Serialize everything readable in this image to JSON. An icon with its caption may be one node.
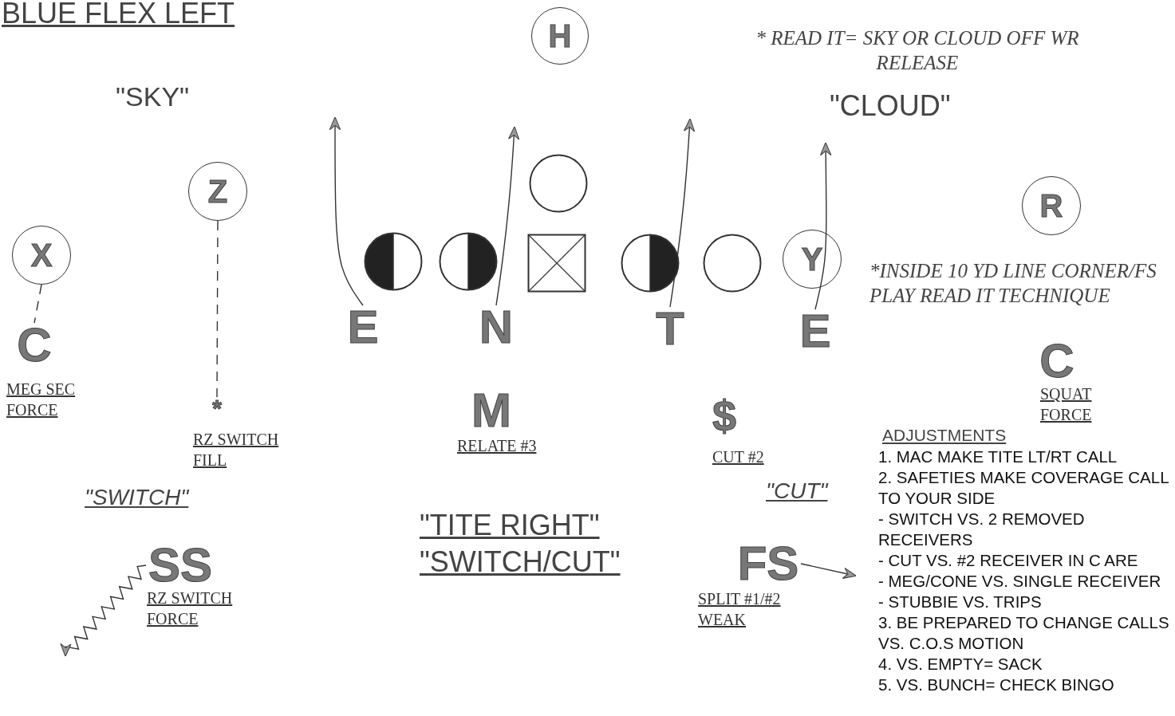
{
  "diagram": {
    "title": "BLUE FLEX LEFT",
    "nodes": [
      {
        "text": [
          "H"
        ]
      },
      {
        "text": [
          "Z"
        ]
      },
      {
        "text": [
          "X"
        ]
      },
      {
        "text": [],
        "shape": "circle"
      },
      {
        "text": [],
        "shape": "circle"
      },
      {
        "text": [],
        "shape": "circle"
      },
      {
        "text": [],
        "shape": "box"
      },
      {
        "text": [],
        "shape": "circle"
      },
      {
        "text": [],
        "shape": "circle"
      },
      {
        "text": [
          "Y"
        ]
      },
      {
        "text": [
          "R"
        ]
      },
      {
        "text": [
          "E"
        ]
      },
      {
        "text": [
          "N"
        ]
      },
      {
        "text": [
          "T"
        ]
      },
      {
        "text": [
          "E"
        ]
      },
      {
        "text": [
          "C"
        ],
        "beside": [
          "MEG SEC FORCE"
        ]
      },
      {
        "text": [
          "C"
        ],
        "beside": [
          "SQUAT FORCE"
        ]
      },
      {
        "text": [
          "M"
        ],
        "beside": [
          "RELATE #3"
        ]
      },
      {
        "text": [
          "$"
        ],
        "beside": [
          "CUT #2"
        ]
      },
      {
        "text": [
          "*"
        ],
        "beside": [
          "RZ SWITCH FILL"
        ]
      },
      {
        "text": [
          "SS"
        ],
        "beside": [
          "RZ SWITCH FORCE"
        ]
      },
      {
        "text": [
          "FS"
        ],
        "beside": [
          "SPLIT #1/#2 WEAK"
        ]
      }
    ],
    "edges": [
      {
        "from": 2,
        "to": 15,
        "arrow": "none",
        "style": "dashed"
      },
      {
        "from": 1,
        "to": 19,
        "arrow": "none",
        "style": "dashed"
      },
      {
        "from": 11,
        "to": null,
        "arrow": "to"
      },
      {
        "from": 12,
        "to": null,
        "arrow": "to"
      },
      {
        "from": 13,
        "to": null,
        "arrow": "to"
      },
      {
        "from": 14,
        "to": null,
        "arrow": "to"
      },
      {
        "from": 20,
        "to": null,
        "arrow": "to"
      },
      {
        "from": 21,
        "to": null,
        "arrow": "to"
      }
    ],
    "labels": [
      "\"SKY\"",
      "* READ IT= SKY OR CLOUD OFF WR RELEASE",
      "\"CLOUD\"",
      "*INSIDE 10 YD LINE CORNER/FS PLAY READ IT TECHNIQUE",
      "\"SWITCH\"",
      "\"TITE RIGHT\"",
      "\"SWITCH/CUT\"",
      "\"CUT\"",
      "ADJUSTMENTS",
      "1. MAC MAKE TITE LT/RT CALL",
      "2. SAFETIES MAKE COVERAGE CALL TO YOUR SIDE",
      "- SWITCH VS. 2 REMOVED RECEIVERS",
      "- CUT VS. #2 RECEIVER IN C ARE",
      "- MEG/CONE VS. SINGLE RECEIVER",
      "- STUBBIE VS. TRIPS",
      "3. BE PREPARED TO CHANGE CALLS VS. C.O.S MOTION",
      "4. VS. EMPTY= SACK",
      "5. VS. BUNCH= CHECK BINGO"
    ]
  }
}
